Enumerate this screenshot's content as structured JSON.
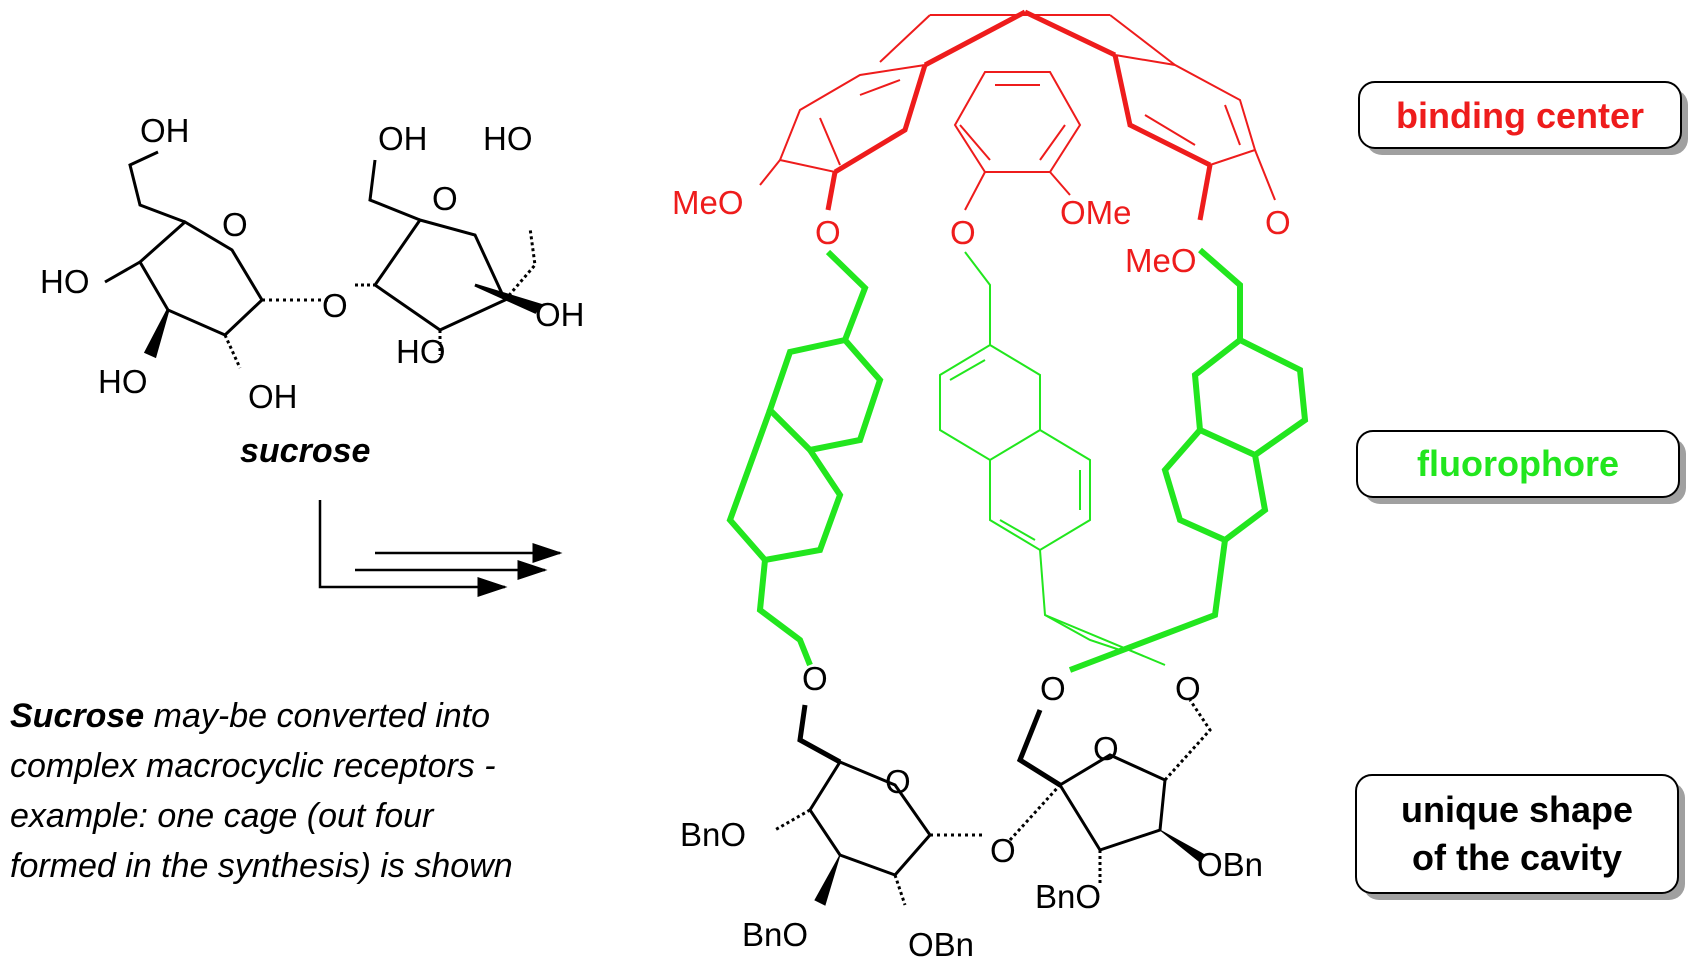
{
  "colors": {
    "red": "#ee1c1c",
    "green": "#22e61e",
    "black": "#000000"
  },
  "sucrose": {
    "name": "sucrose",
    "atoms": {
      "oh": "OH",
      "ho": "HO",
      "o": "O"
    }
  },
  "caption": {
    "bold": "Sucrose",
    "line1_rest": " may-be converted into",
    "line2": "complex macrocyclic receptors -",
    "line3": "example: one cage (out four",
    "line4": "formed in the synthesis) is shown"
  },
  "cage": {
    "atoms": {
      "meo": "MeO",
      "ome": "OMe",
      "o": "O",
      "bno": "BnO",
      "obn": "OBn"
    }
  },
  "labels": {
    "binding": "binding center",
    "fluorophore": "fluorophore",
    "shape_line1": "unique shape",
    "shape_line2": "of the cavity"
  }
}
